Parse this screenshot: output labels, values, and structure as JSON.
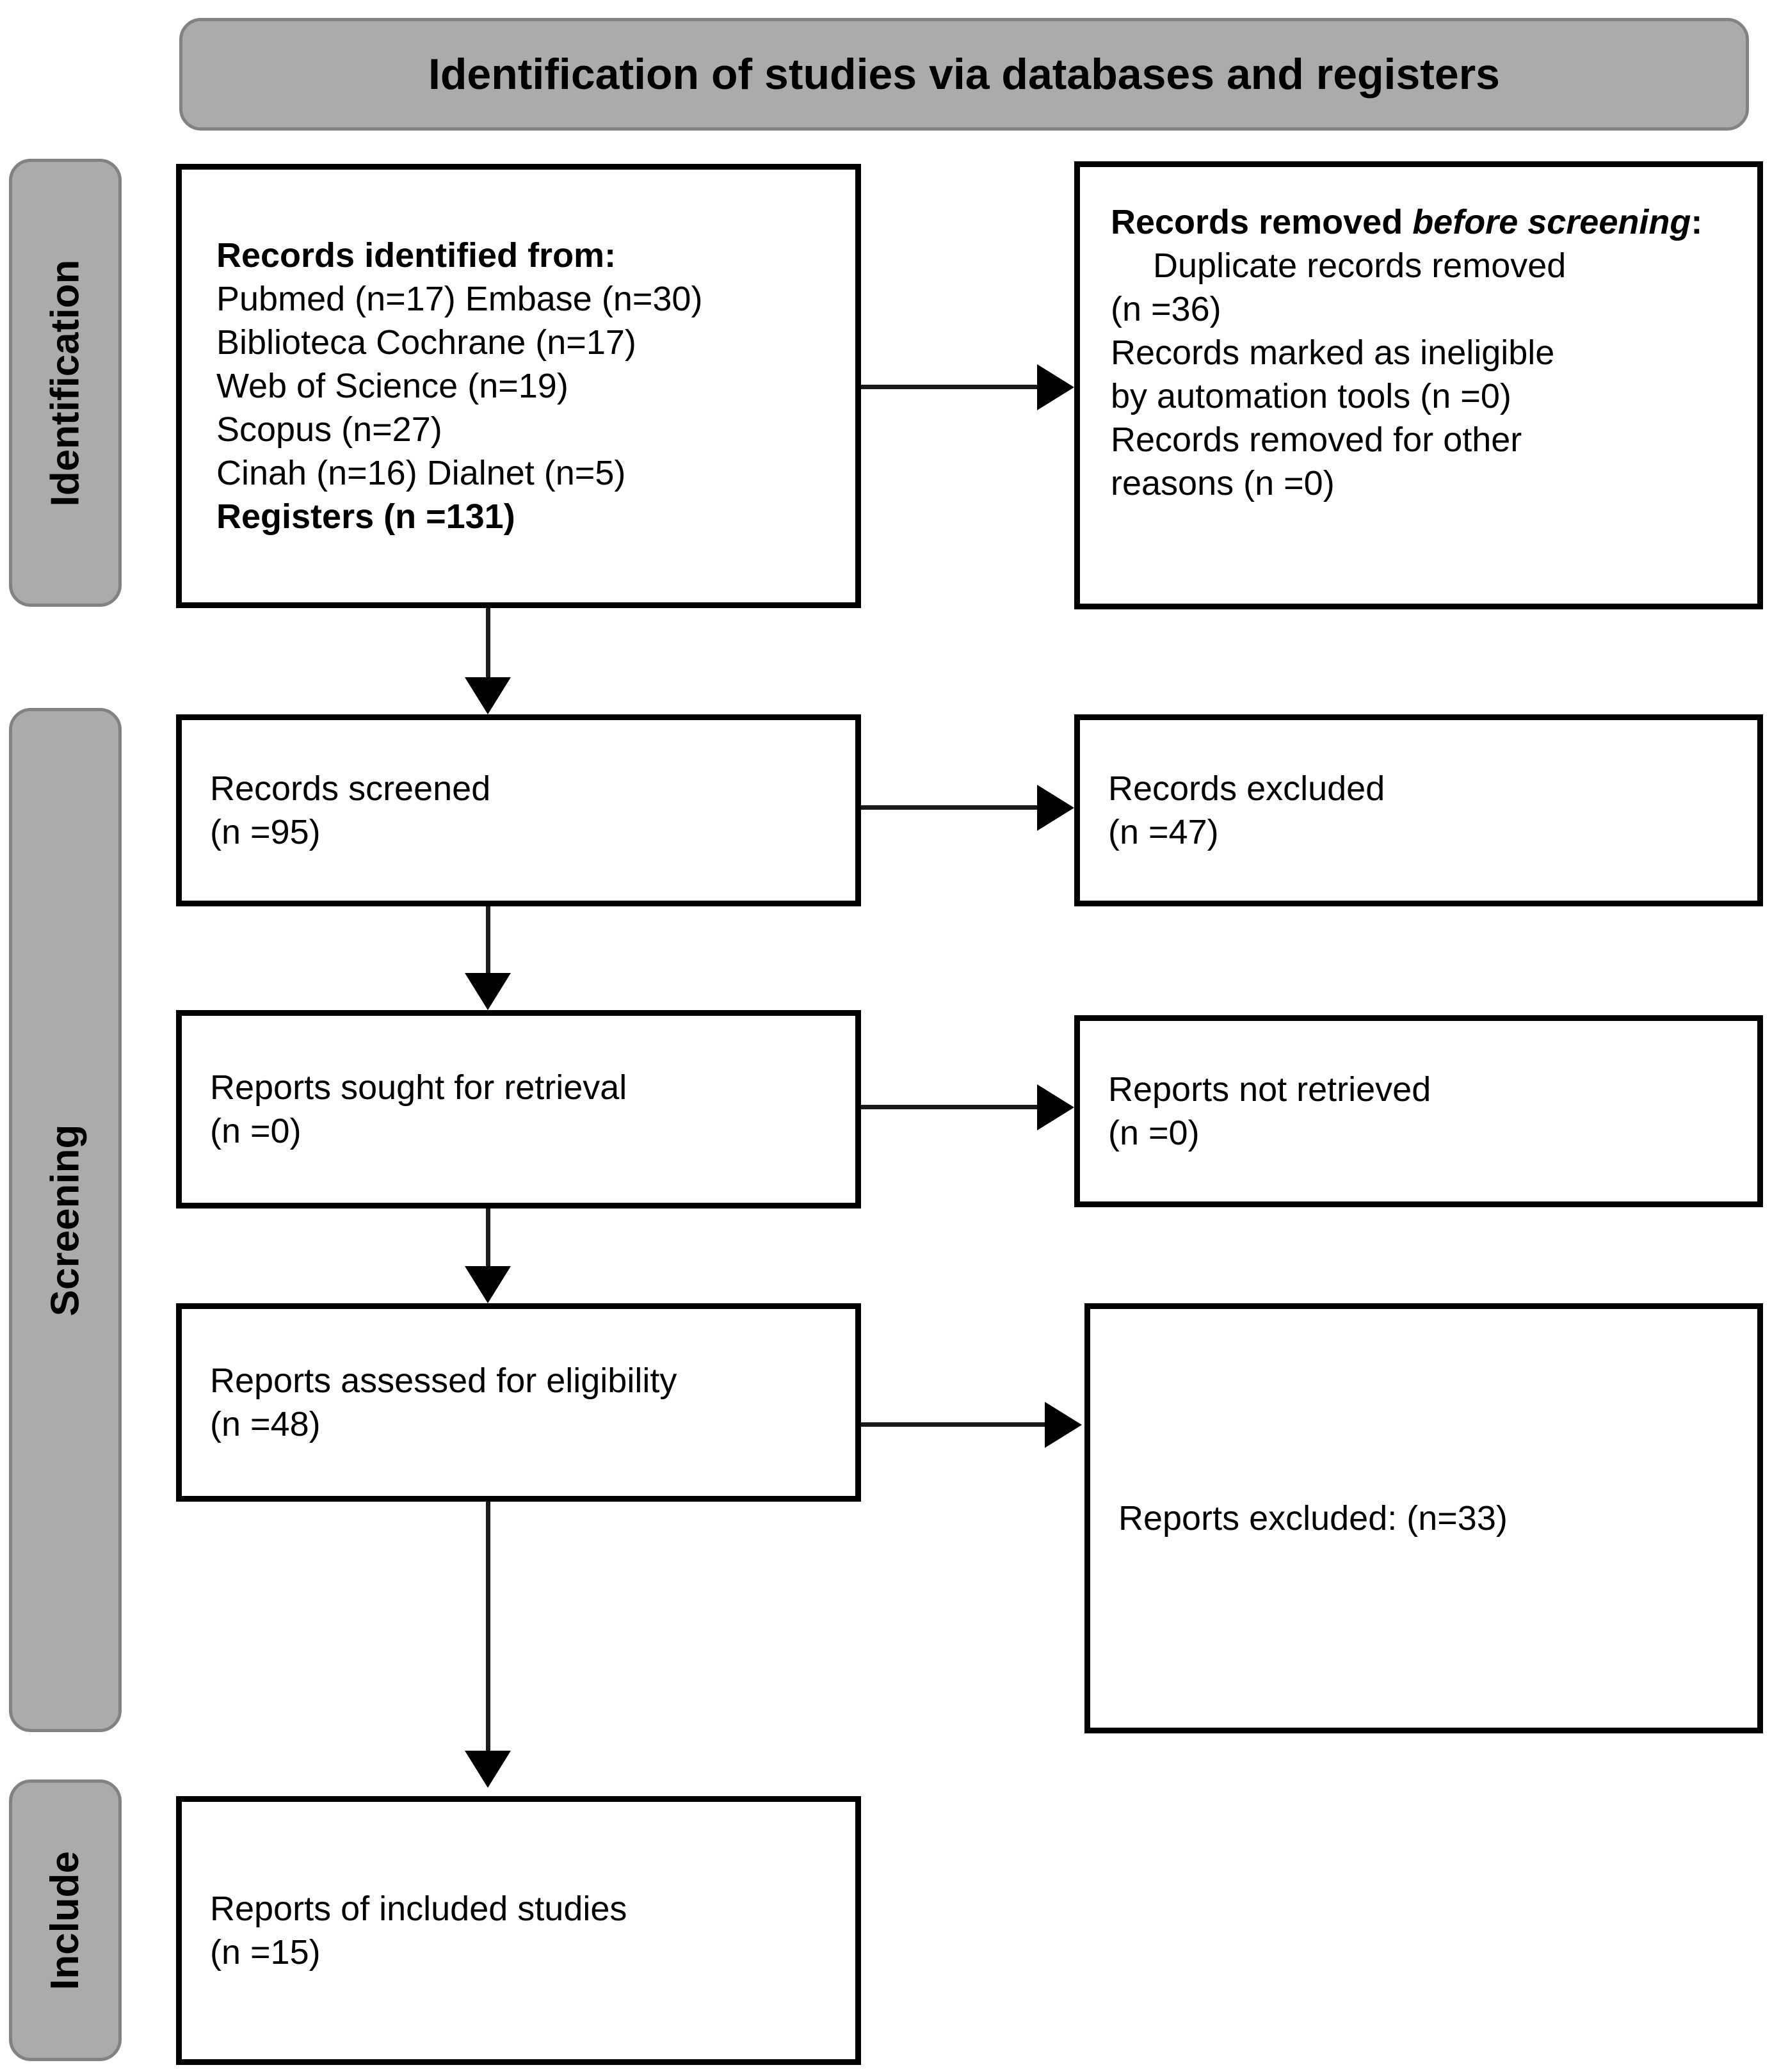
{
  "diagram": {
    "type": "prisma-flow-diagram",
    "title": "Identification of studies via databases and registers",
    "stages": [
      {
        "id": "identification",
        "label": "Identification"
      },
      {
        "id": "screening",
        "label": "Screening"
      },
      {
        "id": "included",
        "label": "Include"
      }
    ]
  },
  "boxes": {
    "records_identified": {
      "heading": "Records identified from:",
      "lines": [
        "Pubmed (n=17) Embase (n=30)",
        "Biblioteca Cochrane (n=17)",
        "Web of Science (n=19)",
        "Scopus (n=27)",
        "Cinah (n=16) Dialnet (n=5)"
      ],
      "footer": "Registers (n =131)"
    },
    "records_removed": {
      "heading_normal": "Records removed ",
      "heading_italic": "before screening",
      "heading_colon": ":",
      "lines": [
        "Duplicate records removed",
        "(n =36)",
        "Records marked as ineligible",
        "by automation tools (n =0)",
        "Records removed for other",
        "reasons (n =0)"
      ]
    },
    "records_screened": {
      "line1": "Records screened",
      "line2": "(n =95)"
    },
    "records_excluded": {
      "line1": "Records excluded",
      "line2": "(n =47)"
    },
    "reports_sought": {
      "line1": "Reports sought for retrieval",
      "line2": "(n =0)"
    },
    "reports_not_retrieved": {
      "line1": "Reports not retrieved",
      "line2": "(n =0)"
    },
    "reports_assessed": {
      "line1": "Reports assessed for eligibility",
      "line2": "(n =48)"
    },
    "reports_excluded": {
      "line1": "Reports excluded: (n=33)"
    },
    "reports_included": {
      "line1": "Reports of included studies",
      "line2": "(n =15)"
    }
  },
  "counts": {
    "pubmed": 17,
    "embase": 30,
    "biblioteca_cochrane": 17,
    "web_of_science": 19,
    "scopus": 27,
    "cinah": 16,
    "dialnet": 5,
    "registers": 131,
    "duplicates_removed": 36,
    "marked_ineligible_automation": 0,
    "removed_other_reasons": 0,
    "records_screened": 95,
    "records_excluded": 47,
    "reports_sought": 0,
    "reports_not_retrieved": 0,
    "reports_assessed": 48,
    "reports_excluded": 33,
    "reports_included": 15
  },
  "colors": {
    "banner_fill": "#ababab",
    "banner_border": "#828282",
    "box_border": "#000000",
    "box_fill": "#ffffff",
    "connector": "#000000",
    "text": "#000000"
  }
}
